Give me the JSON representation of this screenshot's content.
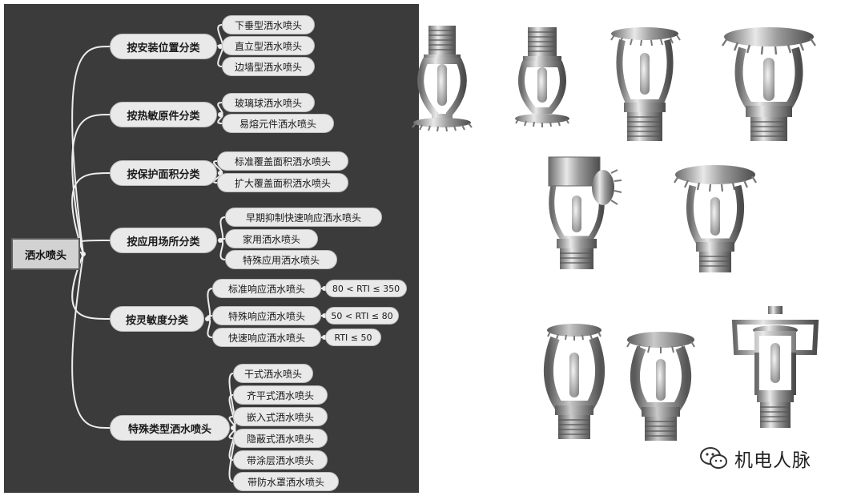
{
  "root": {
    "label": "洒水喷头"
  },
  "categories": [
    {
      "label": "按安装位置分类",
      "items": [
        "下垂型洒水喷头",
        "直立型洒水喷头",
        "边墙型洒水喷头"
      ]
    },
    {
      "label": "按热敏原件分类",
      "items": [
        "玻璃球洒水喷头",
        "易熔元件洒水喷头"
      ]
    },
    {
      "label": "按保护面积分类",
      "items": [
        "标准覆盖面积洒水喷头",
        "扩大覆盖面积洒水喷头"
      ]
    },
    {
      "label": "按应用场所分类",
      "items": [
        "早期抑制快速响应洒水喷头",
        "家用洒水喷头",
        "特殊应用洒水喷头"
      ]
    },
    {
      "label": "按灵敏度分类",
      "items": [
        "标准响应洒水喷头",
        "特殊响应洒水喷头",
        "快速响应洒水喷头"
      ]
    },
    {
      "label": "特殊类型洒水喷头",
      "items": [
        "干式洒水喷头",
        "齐平式洒水喷头",
        "嵌入式洒水喷头",
        "隐蔽式洒水喷头",
        "带涂层洒水喷头",
        "带防水罩洒水喷头"
      ]
    }
  ],
  "rti_labels": [
    "80 < RTI ≤ 350",
    "50 < RTI ≤ 80",
    "RTI ≤ 50"
  ],
  "watermark": {
    "text": "机电人脉",
    "icon": "wechat-icon"
  },
  "colors": {
    "panel": "#3b3b3b",
    "pill": "#e9e9e9",
    "connector": "#ededed",
    "root_fill": "#d2d2d2",
    "root_border": "#5d5d5d"
  }
}
